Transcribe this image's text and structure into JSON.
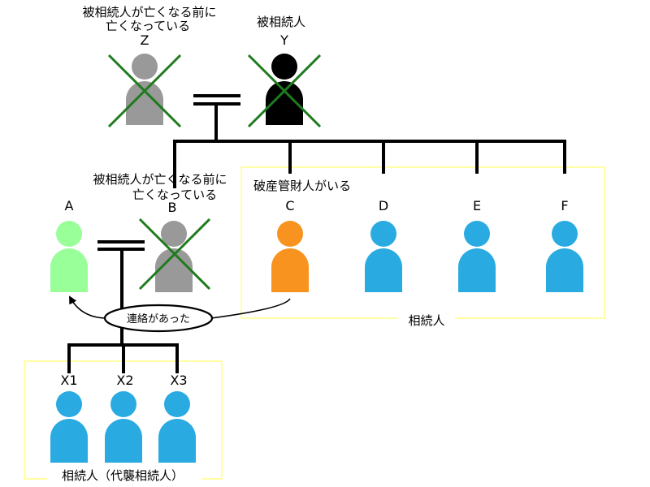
{
  "colors": {
    "deceased_gray": "#999999",
    "black": "#000000",
    "heir_blue": "#29abe2",
    "bankrupt_orange": "#f7931e",
    "a_green": "#99ff99",
    "cross_green": "#1e7b1e",
    "box_yellow": "#ffff66"
  },
  "persons": {
    "z": {
      "name": "Z",
      "note_line1": "被相続人が亡くなる前に",
      "note_line2": "亡くなっている"
    },
    "y": {
      "name": "Y",
      "note": "被相続人"
    },
    "a": {
      "name": "A"
    },
    "b": {
      "name": "B",
      "note_line1": "被相続人が亡くなる前に",
      "note_line2": "亡くなっている"
    },
    "c": {
      "name": "C",
      "note": "破産管財人がいる"
    },
    "d": {
      "name": "D"
    },
    "e": {
      "name": "E"
    },
    "f": {
      "name": "F"
    },
    "x1": {
      "name": "X1"
    },
    "x2": {
      "name": "X2"
    },
    "x3": {
      "name": "X3"
    }
  },
  "groups": {
    "heirs_label": "相続人",
    "substitute_heirs_label": "相続人（代襲相続人）"
  },
  "contact_label": "連絡があった"
}
